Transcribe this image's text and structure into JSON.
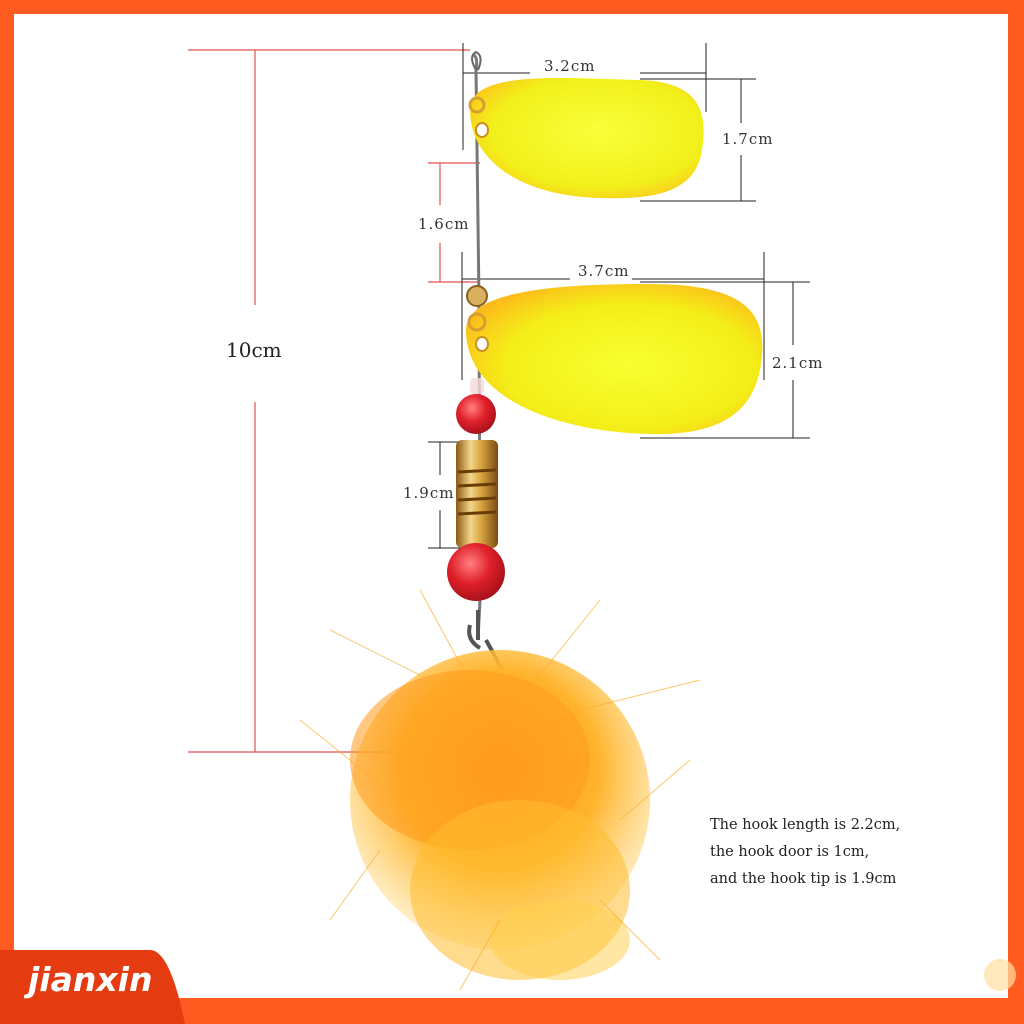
{
  "measurements": {
    "total_length": "10cm",
    "small_blade_width": "3.2cm",
    "small_blade_height": "1.7cm",
    "blade_gap": "1.6cm",
    "large_blade_width": "3.7cm",
    "large_blade_height": "2.1cm",
    "body_length": "1.9cm"
  },
  "hook_note": [
    "The hook length is 2.2cm,",
    "the hook door is 1cm,",
    "and the hook tip is 1.9cm"
  ],
  "brand": "jianxin",
  "colors": {
    "border": "#ff5a1f",
    "blade_yellow": "#f4f51a",
    "blade_orange": "#ffb020",
    "bead_red": "#e0202a",
    "feather": "#ffb028",
    "guide_line": "#e04848"
  }
}
